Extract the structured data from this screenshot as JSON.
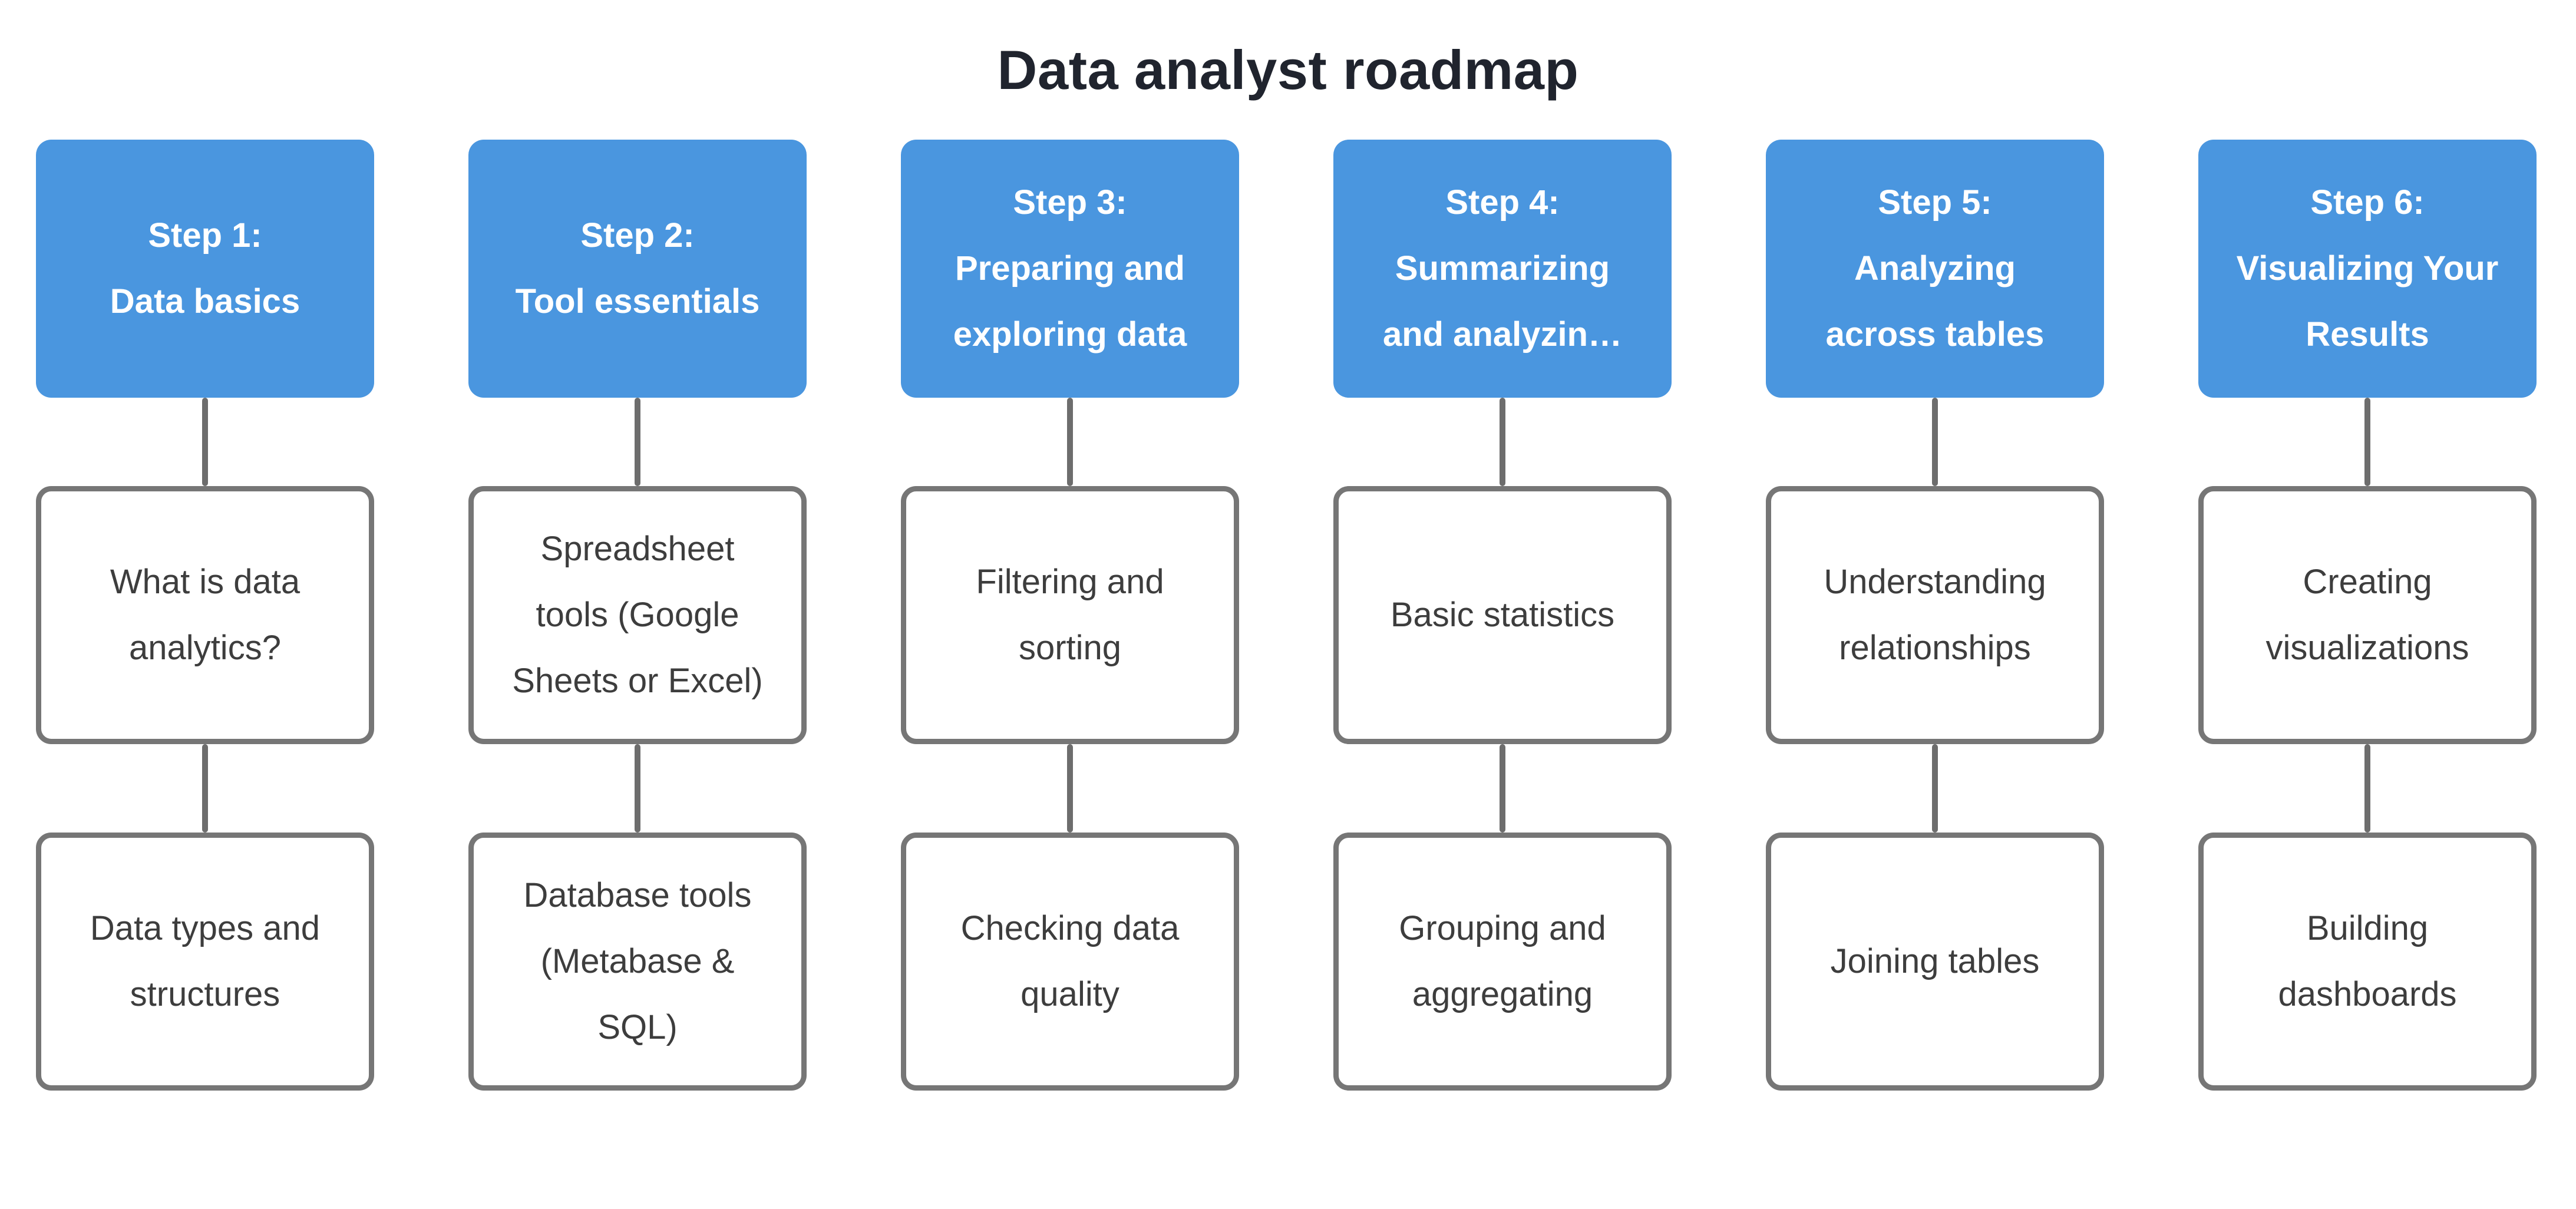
{
  "title": "Data analyst roadmap",
  "colors": {
    "background": "#ffffff",
    "title_text": "#20242e",
    "step_fill": "#4a96df",
    "step_text": "#ffffff",
    "task_border": "#767676",
    "task_text": "#3d3d3d",
    "connector": "#6d6d6d"
  },
  "columns": [
    {
      "header": {
        "label": "Step 1: Data basics",
        "lines": [
          "Step 1:",
          "Data basics"
        ]
      },
      "tasks": [
        {
          "label": "What is data analytics?",
          "lines": [
            "What is data",
            "analytics?"
          ]
        },
        {
          "label": "Data types and structures",
          "lines": [
            "Data types and",
            "structures"
          ]
        }
      ]
    },
    {
      "header": {
        "label": "Step 2: Tool essentials",
        "lines": [
          "Step 2:",
          "Tool essentials"
        ]
      },
      "tasks": [
        {
          "label": "Spreadsheet tools (Google Sheets or Excel)",
          "lines": [
            "Spreadsheet",
            "tools (Google",
            "Sheets or Excel)"
          ]
        },
        {
          "label": "Database tools (Metabase & SQL)",
          "lines": [
            "Database tools",
            "(Metabase &",
            "SQL)"
          ]
        }
      ]
    },
    {
      "header": {
        "label": "Step 3: Preparing and exploring data",
        "lines": [
          "Step 3:",
          "Preparing and",
          "exploring data"
        ]
      },
      "tasks": [
        {
          "label": "Filtering and sorting",
          "lines": [
            "Filtering and",
            "sorting"
          ]
        },
        {
          "label": "Checking data quality",
          "lines": [
            "Checking data",
            "quality"
          ]
        }
      ]
    },
    {
      "header": {
        "label": "Step 4: Summarizing and analyzin…",
        "lines": [
          "Step 4:",
          "Summarizing",
          "and analyzin…"
        ]
      },
      "tasks": [
        {
          "label": "Basic statistics",
          "lines": [
            "Basic statistics"
          ]
        },
        {
          "label": "Grouping and aggregating",
          "lines": [
            "Grouping and",
            "aggregating"
          ]
        }
      ]
    },
    {
      "header": {
        "label": "Step 5: Analyzing across tables",
        "lines": [
          "Step 5:",
          "Analyzing",
          "across tables"
        ]
      },
      "tasks": [
        {
          "label": "Understanding relationships",
          "lines": [
            "Understanding",
            "relationships"
          ]
        },
        {
          "label": "Joining tables",
          "lines": [
            "Joining tables"
          ]
        }
      ]
    },
    {
      "header": {
        "label": "Step 6: Visualizing Your Results",
        "lines": [
          "Step 6:",
          "Visualizing Your",
          "Results"
        ]
      },
      "tasks": [
        {
          "label": "Creating visualizations",
          "lines": [
            "Creating",
            "visualizations"
          ]
        },
        {
          "label": "Building dashboards",
          "lines": [
            "Building",
            "dashboards"
          ]
        }
      ]
    }
  ]
}
